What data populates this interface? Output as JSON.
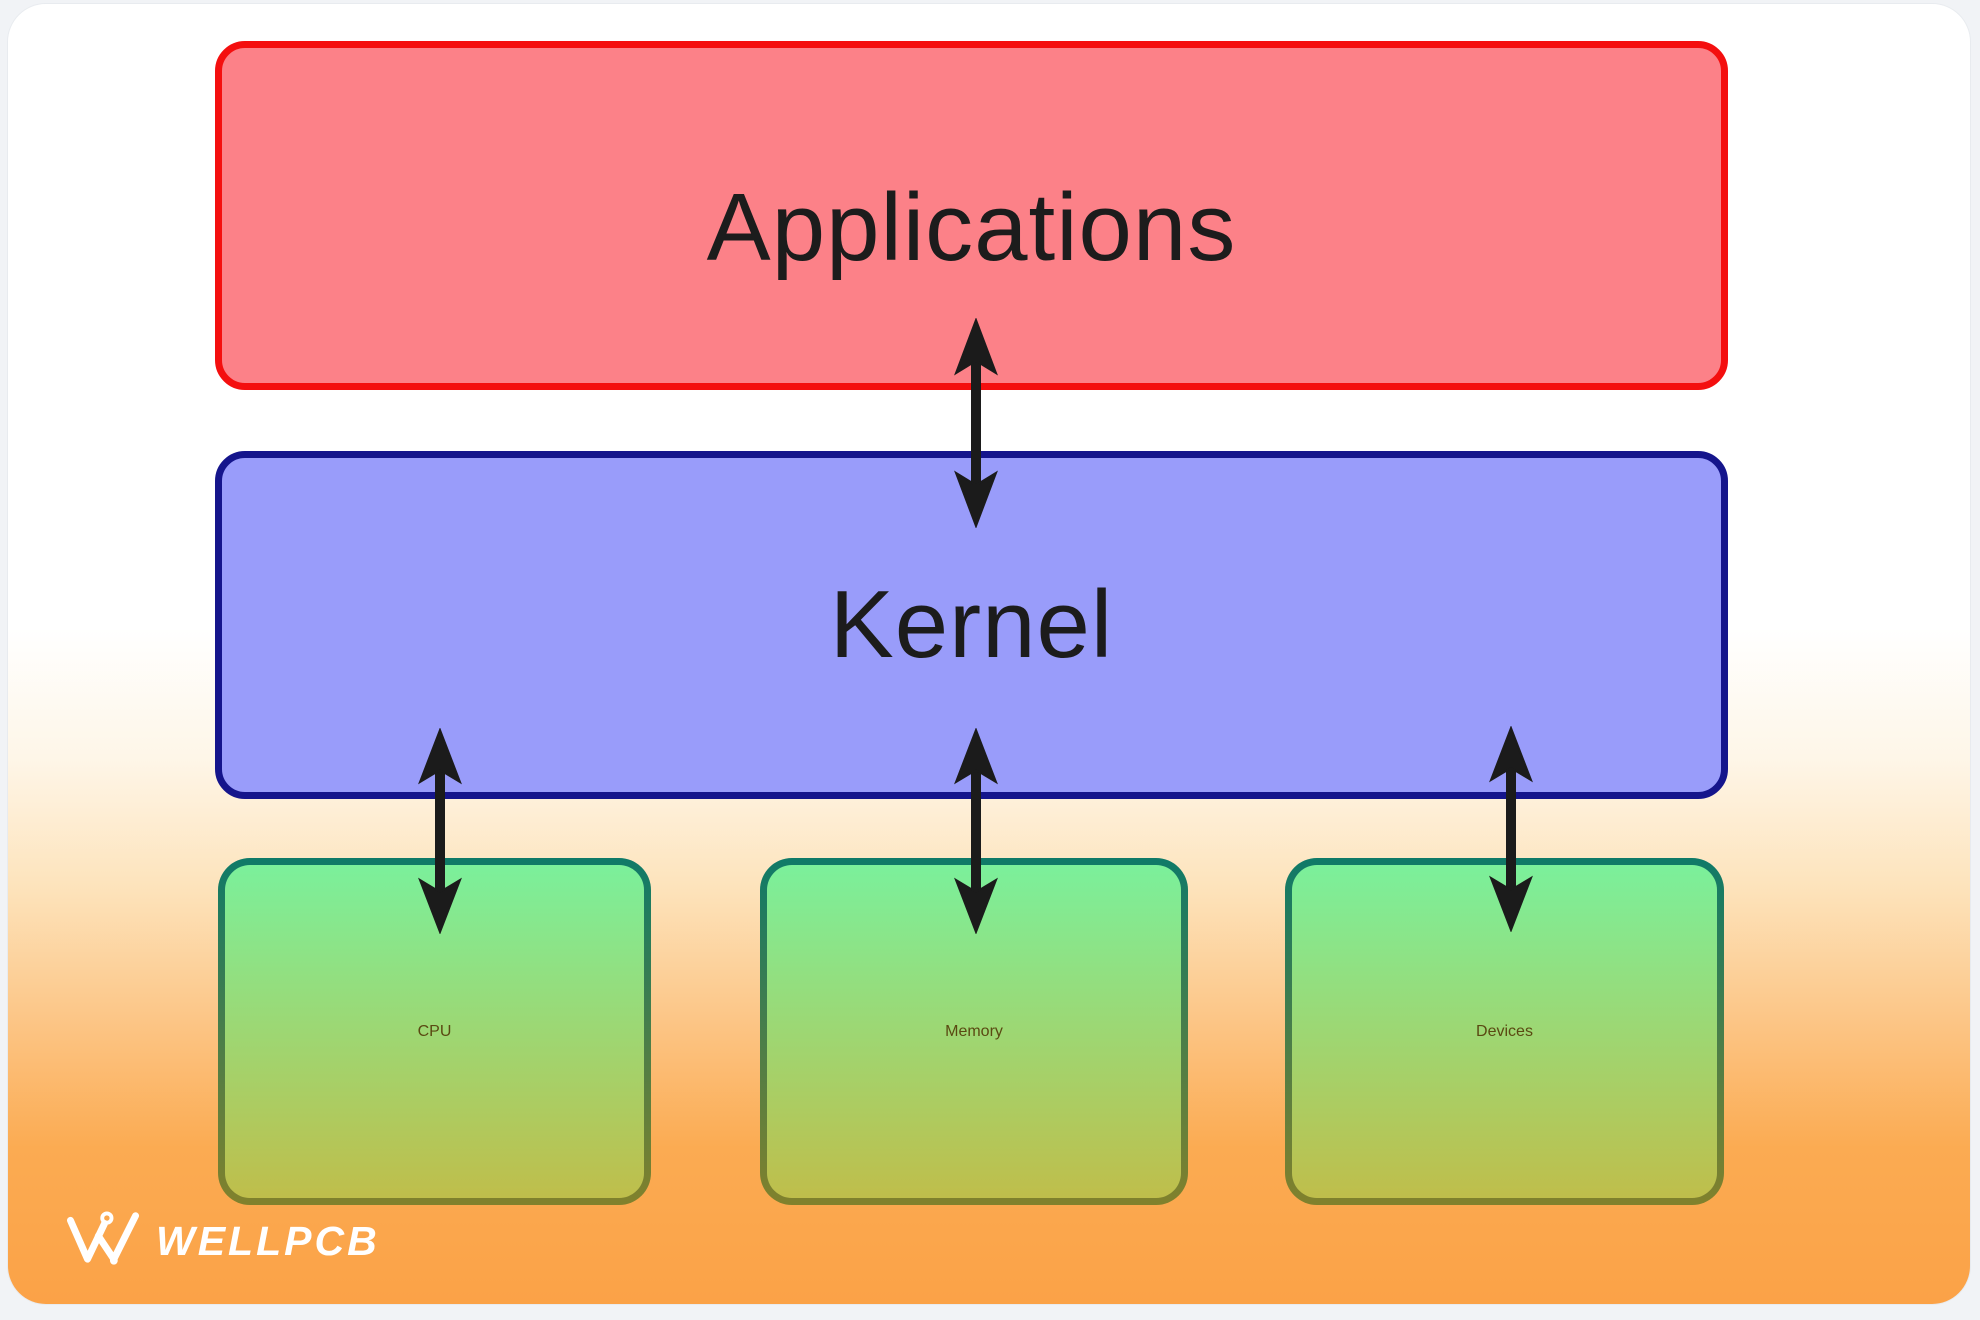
{
  "diagram": {
    "type": "os-architecture-block-diagram",
    "layers": {
      "applications": {
        "label": "Applications",
        "fill": "#fc8188",
        "border": "#f40f0f",
        "text_color": "#1c1c1c"
      },
      "kernel": {
        "label": "Kernel",
        "fill": "#999cfa",
        "border": "#15158c",
        "text_color": "#1c1c1c"
      },
      "hardware": {
        "style": {
          "fill_top": "#7bf09b",
          "fill_bottom": "#bfbe4b",
          "border_top": "#0f7a68",
          "border_bottom": "#81812c",
          "text_color": "#5a4912"
        },
        "nodes": [
          {
            "label": "CPU"
          },
          {
            "label": "Memory"
          },
          {
            "label": "Devices"
          }
        ]
      }
    },
    "connections": [
      {
        "from": "Applications",
        "to": "Kernel",
        "style": "double-headed-arrow"
      },
      {
        "from": "Kernel",
        "to": "CPU",
        "style": "double-headed-arrow"
      },
      {
        "from": "Kernel",
        "to": "Memory",
        "style": "double-headed-arrow"
      },
      {
        "from": "Kernel",
        "to": "Devices",
        "style": "double-headed-arrow"
      }
    ],
    "arrow_color": "#1b1b1b",
    "background": {
      "top": "#ffffff",
      "bottom": "#fba247"
    }
  },
  "branding": {
    "logo_text": "WELLPCB",
    "logo_color": "#ffffff"
  }
}
